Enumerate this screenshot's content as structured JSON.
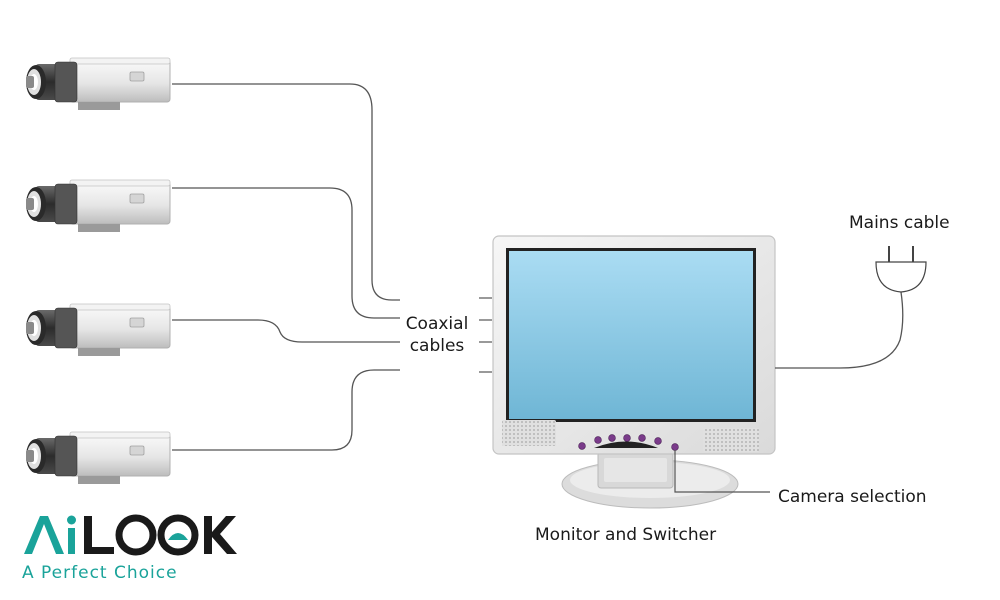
{
  "labels": {
    "coaxial_line1": "Coaxial",
    "coaxial_line2": "cables",
    "mains_cable": "Mains cable",
    "camera_selection": "Camera selection",
    "monitor_switcher": "Monitor and Switcher"
  },
  "logo": {
    "brand_text": "AiLOOK",
    "tagline": "A Perfect Choice",
    "color_primary": "#1aa39a",
    "color_dark": "#1a1a1a"
  },
  "colors": {
    "screen_top": "#a9dcf2",
    "screen_bottom": "#6db7d6",
    "bezel": "#ececec",
    "cable": "#555555",
    "button": "#7a3b8a"
  },
  "cameras": [
    {
      "name": "camera-1"
    },
    {
      "name": "camera-2"
    },
    {
      "name": "camera-3"
    },
    {
      "name": "camera-4"
    }
  ]
}
